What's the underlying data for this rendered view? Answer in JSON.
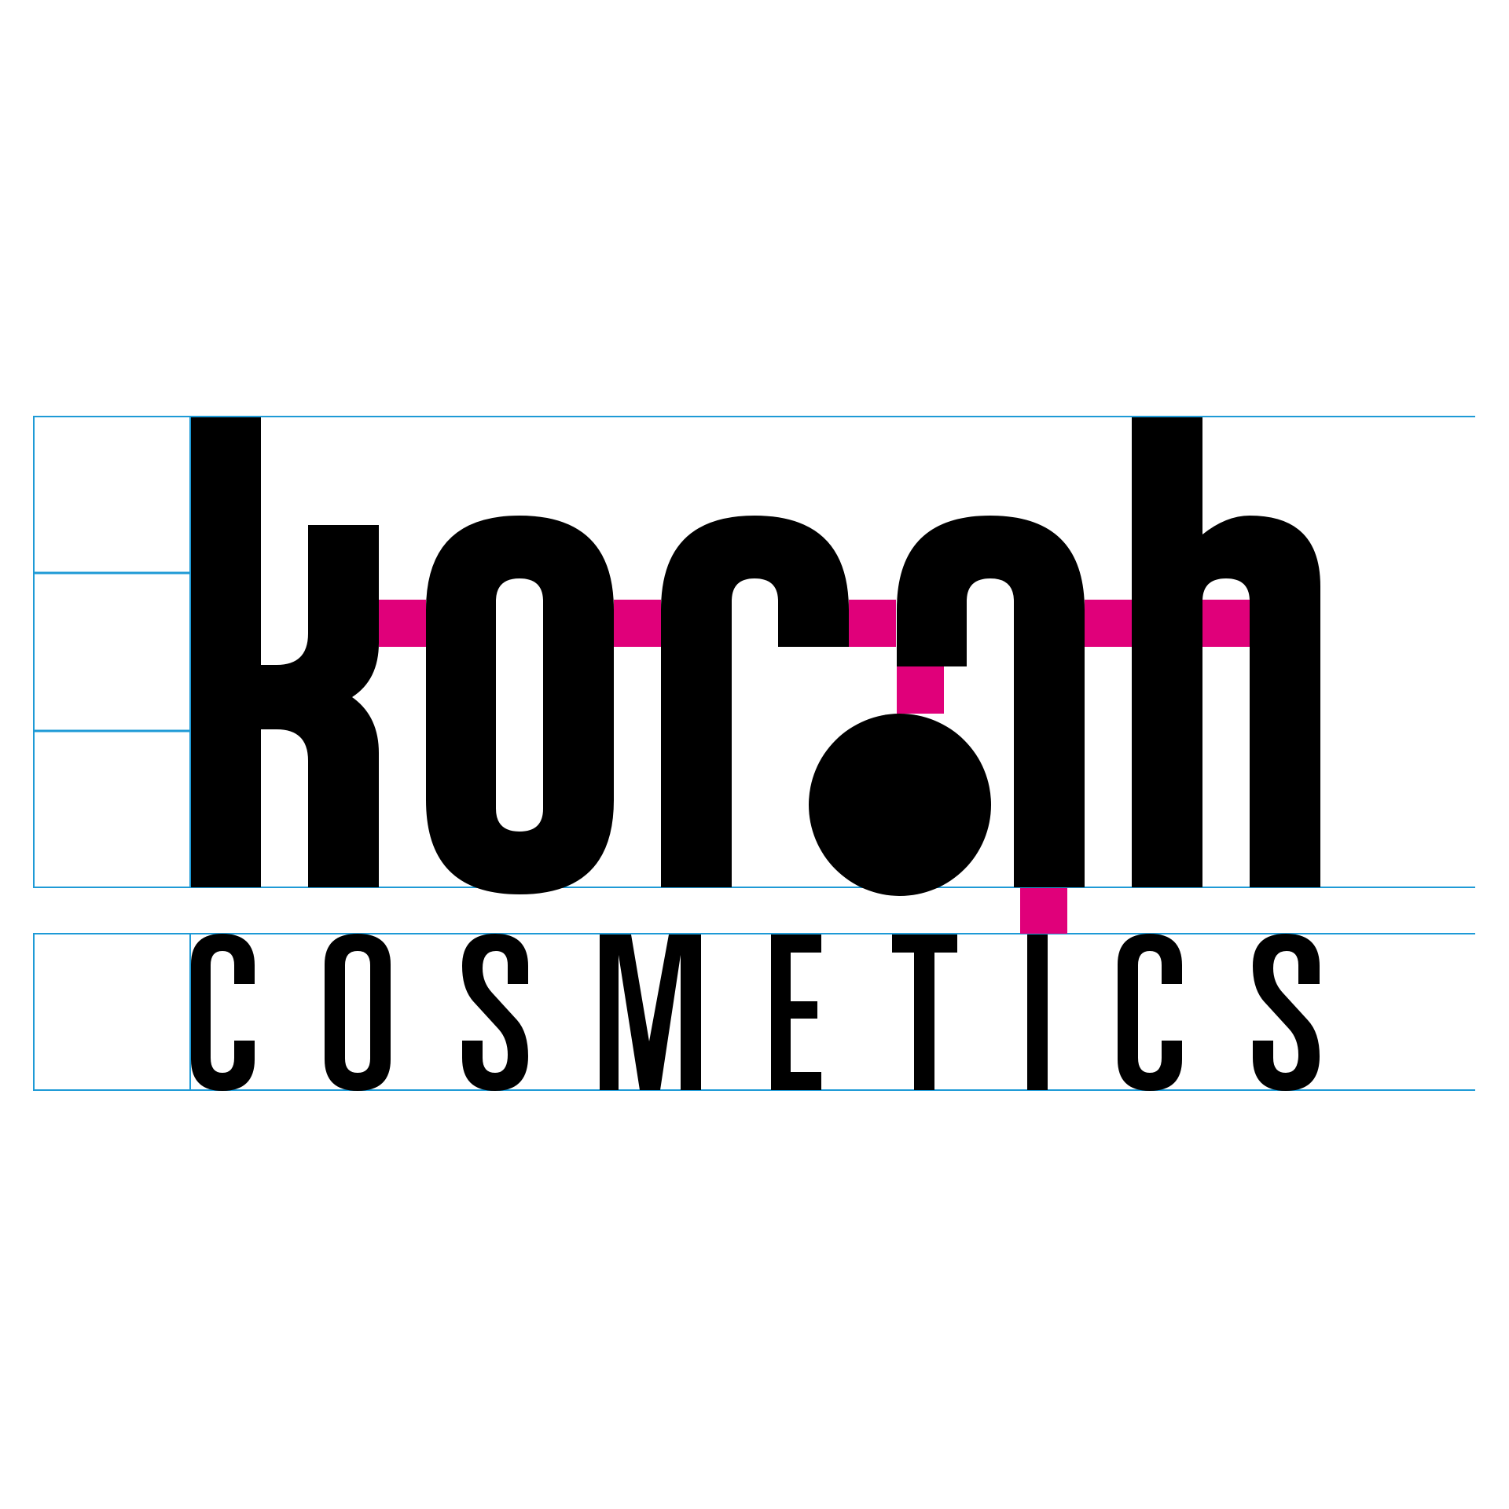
{
  "brand": {
    "name": "korah",
    "tagline": "COSMETICS",
    "letters": [
      "C",
      "O",
      "S",
      "M",
      "E",
      "T",
      "I",
      "C",
      "S"
    ]
  },
  "colors": {
    "ink": "#000000",
    "spacer": "#e0007a",
    "guide": "#1e9ad6",
    "background": "#ffffff"
  }
}
